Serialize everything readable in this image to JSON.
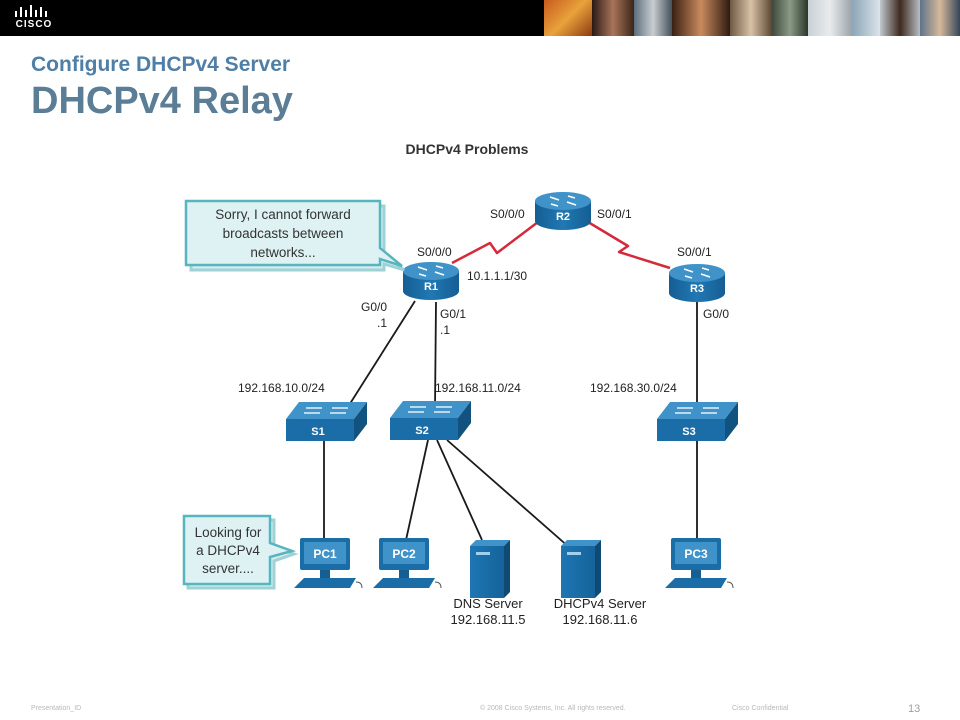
{
  "header": {
    "logo_text": "CISCO",
    "subtitle": "Configure DHCPv4 Server",
    "title": "DHCPv4 Relay"
  },
  "diagram": {
    "heading": "DHCPv4 Problems",
    "callouts": [
      {
        "id": "r1",
        "lines": [
          "Sorry, I cannot forward",
          "broadcasts between",
          "networks..."
        ]
      },
      {
        "id": "pc1",
        "lines": [
          "Looking for",
          "a DHCPv4",
          "server...."
        ]
      }
    ],
    "routers": [
      {
        "label": "R1"
      },
      {
        "label": "R2"
      },
      {
        "label": "R3"
      }
    ],
    "switches": [
      {
        "label": "S1"
      },
      {
        "label": "S2"
      },
      {
        "label": "S3"
      }
    ],
    "pcs": [
      {
        "label": "PC1"
      },
      {
        "label": "PC2"
      },
      {
        "label": "PC3"
      }
    ],
    "servers": [
      {
        "name": "DNS Server",
        "ip": "192.168.11.5"
      },
      {
        "name": "DHCPv4 Server",
        "ip": "192.168.11.6"
      }
    ],
    "interface_labels": {
      "r2_left": "S0/0/0",
      "r2_right": "S0/0/1",
      "r1_serial": "S0/0/0",
      "r3_serial": "S0/0/1",
      "r1_serial_ip": "10.1.1.1/30",
      "r1_g00": "G0/0",
      "r1_g00_host": ".1",
      "r1_g01": "G0/1",
      "r1_g01_host": ".1",
      "r3_g00": "G0/0"
    },
    "networks": [
      "192.168.10.0/24",
      "192.168.11.0/24",
      "192.168.30.0/24"
    ],
    "colors": {
      "device": "#1b6da8",
      "device_top": "#3f93c9",
      "serial_link": "#d42a3c",
      "callout_fill": "#dff2f3",
      "callout_border": "#57b5bd"
    }
  },
  "footer": {
    "presentation_id": "Presentation_ID",
    "copyright": "© 2008 Cisco Systems, Inc. All rights reserved.",
    "confidential": "Cisco Confidential",
    "page": "13"
  }
}
